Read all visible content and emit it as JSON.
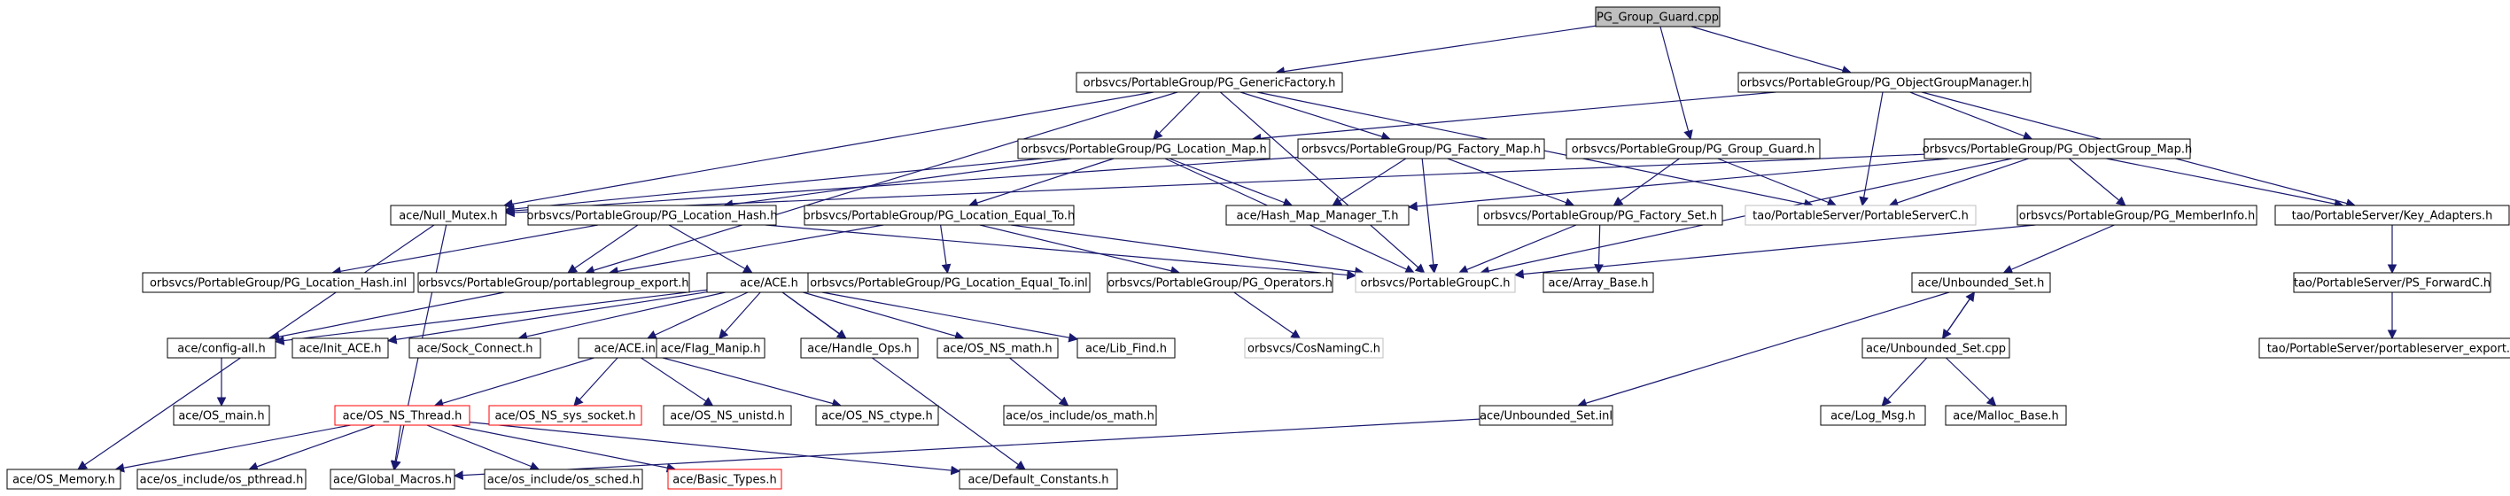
{
  "graph": {
    "nodes": [
      {
        "id": "n0",
        "label": "PG_Group_Guard.cpp",
        "style": "root"
      },
      {
        "id": "n1",
        "label": "orbsvcs/PortableGroup/PG_GenericFactory.h",
        "style": "normal"
      },
      {
        "id": "n2",
        "label": "orbsvcs/PortableGroup/PG_ObjectGroupManager.h",
        "style": "normal"
      },
      {
        "id": "n3",
        "label": "orbsvcs/PortableGroup/PG_Location_Map.h",
        "style": "normal"
      },
      {
        "id": "n4",
        "label": "orbsvcs/PortableGroup/PG_Factory_Map.h",
        "style": "normal"
      },
      {
        "id": "n5",
        "label": "orbsvcs/PortableGroup/PG_Group_Guard.h",
        "style": "normal"
      },
      {
        "id": "n6",
        "label": "orbsvcs/PortableGroup/PG_ObjectGroup_Map.h",
        "style": "normal"
      },
      {
        "id": "n7",
        "label": "ace/Null_Mutex.h",
        "style": "normal"
      },
      {
        "id": "n8",
        "label": "orbsvcs/PortableGroup/PG_Location_Hash.h",
        "style": "normal"
      },
      {
        "id": "n9",
        "label": "orbsvcs/PortableGroup/PG_Location_Equal_To.h",
        "style": "normal"
      },
      {
        "id": "n10",
        "label": "ace/Hash_Map_Manager_T.h",
        "style": "normal"
      },
      {
        "id": "n11",
        "label": "orbsvcs/PortableGroup/PG_Factory_Set.h",
        "style": "normal"
      },
      {
        "id": "n12",
        "label": "tao/PortableServer/PortableServerC.h",
        "style": "gray"
      },
      {
        "id": "n13",
        "label": "orbsvcs/PortableGroup/PG_MemberInfo.h",
        "style": "normal"
      },
      {
        "id": "n14",
        "label": "tao/PortableServer/Key_Adapters.h",
        "style": "normal"
      },
      {
        "id": "n15",
        "label": "orbsvcs/PortableGroup/PG_Location_Hash.inl",
        "style": "normal"
      },
      {
        "id": "n16",
        "label": "orbsvcs/PortableGroup/portablegroup_export.h",
        "style": "normal"
      },
      {
        "id": "n17",
        "label": "ace/ACE.h",
        "style": "normal"
      },
      {
        "id": "n18",
        "label": "orbsvcs/PortableGroup/PG_Location_Equal_To.inl",
        "style": "normal"
      },
      {
        "id": "n19",
        "label": "orbsvcs/PortableGroup/PG_Operators.h",
        "style": "normal"
      },
      {
        "id": "n20",
        "label": "orbsvcs/PortableGroupC.h",
        "style": "gray"
      },
      {
        "id": "n21",
        "label": "ace/Array_Base.h",
        "style": "normal"
      },
      {
        "id": "n22",
        "label": "ace/Unbounded_Set.h",
        "style": "normal"
      },
      {
        "id": "n23",
        "label": "tao/PortableServer/PS_ForwardC.h",
        "style": "normal"
      },
      {
        "id": "n24",
        "label": "ace/config-all.h",
        "style": "normal"
      },
      {
        "id": "n25",
        "label": "ace/Init_ACE.h",
        "style": "normal"
      },
      {
        "id": "n26",
        "label": "ace/Sock_Connect.h",
        "style": "normal"
      },
      {
        "id": "n27",
        "label": "ace/ACE.inl",
        "style": "normal"
      },
      {
        "id": "n28",
        "label": "ace/Flag_Manip.h",
        "style": "normal"
      },
      {
        "id": "n29",
        "label": "ace/Handle_Ops.h",
        "style": "normal"
      },
      {
        "id": "n30",
        "label": "ace/OS_NS_math.h",
        "style": "normal"
      },
      {
        "id": "n31",
        "label": "ace/Lib_Find.h",
        "style": "normal"
      },
      {
        "id": "n32",
        "label": "orbsvcs/CosNamingC.h",
        "style": "gray"
      },
      {
        "id": "n33",
        "label": "ace/Unbounded_Set.cpp",
        "style": "normal"
      },
      {
        "id": "n34",
        "label": "tao/PortableServer/portableserver_export.h",
        "style": "normal"
      },
      {
        "id": "n35",
        "label": "ace/OS_main.h",
        "style": "normal"
      },
      {
        "id": "n36",
        "label": "ace/OS_NS_Thread.h",
        "style": "red"
      },
      {
        "id": "n37",
        "label": "ace/OS_NS_sys_socket.h",
        "style": "red"
      },
      {
        "id": "n38",
        "label": "ace/OS_NS_unistd.h",
        "style": "normal"
      },
      {
        "id": "n39",
        "label": "ace/OS_NS_ctype.h",
        "style": "normal"
      },
      {
        "id": "n40",
        "label": "ace/os_include/os_math.h",
        "style": "normal"
      },
      {
        "id": "n41",
        "label": "ace/Unbounded_Set.inl",
        "style": "normal"
      },
      {
        "id": "n42",
        "label": "ace/Log_Msg.h",
        "style": "normal"
      },
      {
        "id": "n43",
        "label": "ace/Malloc_Base.h",
        "style": "normal"
      },
      {
        "id": "n44",
        "label": "ace/OS_Memory.h",
        "style": "normal"
      },
      {
        "id": "n45",
        "label": "ace/os_include/os_pthread.h",
        "style": "normal"
      },
      {
        "id": "n46",
        "label": "ace/Global_Macros.h",
        "style": "normal"
      },
      {
        "id": "n47",
        "label": "ace/os_include/os_sched.h",
        "style": "normal"
      },
      {
        "id": "n48",
        "label": "ace/Basic_Types.h",
        "style": "red"
      },
      {
        "id": "n49",
        "label": "ace/Default_Constants.h",
        "style": "normal"
      }
    ],
    "edges": [
      [
        "n0",
        "n1"
      ],
      [
        "n0",
        "n2"
      ],
      [
        "n0",
        "n5"
      ],
      [
        "n1",
        "n3"
      ],
      [
        "n1",
        "n4"
      ],
      [
        "n1",
        "n7"
      ],
      [
        "n1",
        "n12"
      ],
      [
        "n1",
        "n16"
      ],
      [
        "n1",
        "n20"
      ],
      [
        "n2",
        "n3"
      ],
      [
        "n2",
        "n6"
      ],
      [
        "n2",
        "n12"
      ],
      [
        "n2",
        "n14"
      ],
      [
        "n3",
        "n7"
      ],
      [
        "n3",
        "n8"
      ],
      [
        "n3",
        "n9"
      ],
      [
        "n3",
        "n10"
      ],
      [
        "n3",
        "n20"
      ],
      [
        "n4",
        "n7"
      ],
      [
        "n4",
        "n10"
      ],
      [
        "n4",
        "n11"
      ],
      [
        "n4",
        "n20"
      ],
      [
        "n5",
        "n11"
      ],
      [
        "n5",
        "n12"
      ],
      [
        "n6",
        "n7"
      ],
      [
        "n6",
        "n10"
      ],
      [
        "n6",
        "n12"
      ],
      [
        "n6",
        "n13"
      ],
      [
        "n6",
        "n14"
      ],
      [
        "n6",
        "n20"
      ],
      [
        "n7",
        "n44"
      ],
      [
        "n7",
        "n46"
      ],
      [
        "n8",
        "n15"
      ],
      [
        "n8",
        "n16"
      ],
      [
        "n8",
        "n17"
      ],
      [
        "n8",
        "n20"
      ],
      [
        "n9",
        "n16"
      ],
      [
        "n9",
        "n18"
      ],
      [
        "n9",
        "n19"
      ],
      [
        "n9",
        "n20"
      ],
      [
        "n11",
        "n20"
      ],
      [
        "n11",
        "n21"
      ],
      [
        "n13",
        "n20"
      ],
      [
        "n13",
        "n22"
      ],
      [
        "n14",
        "n23"
      ],
      [
        "n16",
        "n24"
      ],
      [
        "n17",
        "n24"
      ],
      [
        "n17",
        "n25"
      ],
      [
        "n17",
        "n26"
      ],
      [
        "n17",
        "n27"
      ],
      [
        "n17",
        "n28"
      ],
      [
        "n17",
        "n29"
      ],
      [
        "n17",
        "n30"
      ],
      [
        "n17",
        "n31"
      ],
      [
        "n17",
        "n49"
      ],
      [
        "n19",
        "n32"
      ],
      [
        "n22",
        "n33"
      ],
      [
        "n22",
        "n41"
      ],
      [
        "n33",
        "n22"
      ],
      [
        "n33",
        "n42"
      ],
      [
        "n33",
        "n43"
      ],
      [
        "n23",
        "n34"
      ],
      [
        "n24",
        "n35"
      ],
      [
        "n27",
        "n36"
      ],
      [
        "n27",
        "n37"
      ],
      [
        "n27",
        "n38"
      ],
      [
        "n27",
        "n39"
      ],
      [
        "n30",
        "n40"
      ],
      [
        "n41",
        "n46"
      ],
      [
        "n36",
        "n44"
      ],
      [
        "n36",
        "n45"
      ],
      [
        "n36",
        "n46"
      ],
      [
        "n36",
        "n47"
      ],
      [
        "n36",
        "n48"
      ],
      [
        "n36",
        "n49"
      ]
    ]
  },
  "colors": {
    "edge": "#191970",
    "node_border": "#000000",
    "gray_border": "#bfbfbf",
    "gray_text": "#808080",
    "red_border": "#ff0000",
    "root_fill": "#bfbfbf"
  }
}
